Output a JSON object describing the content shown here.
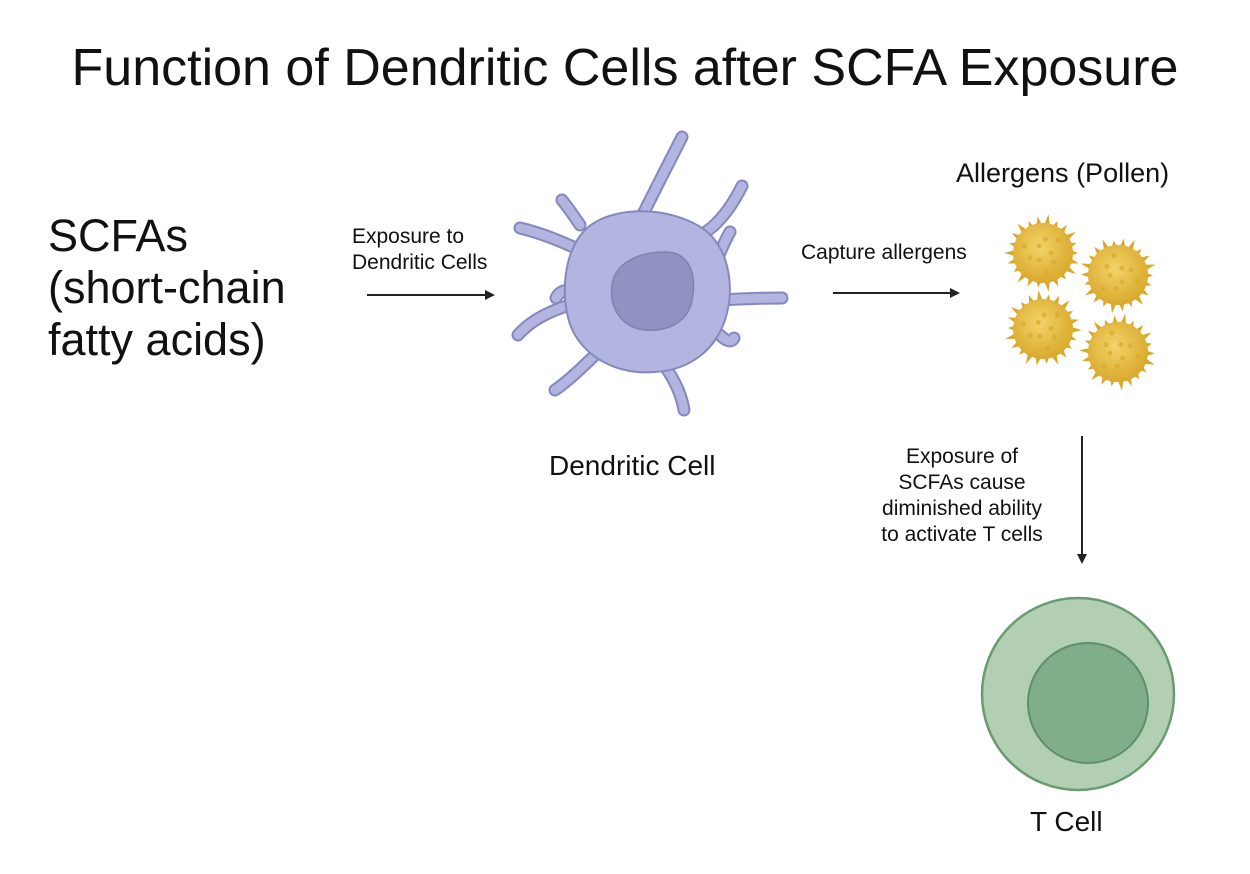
{
  "title": "Function of Dendritic Cells after SCFA Exposure",
  "scfa": {
    "line1": "SCFAs",
    "line2": "(short-chain",
    "line3": "fatty acids)"
  },
  "arrow1": {
    "line1": "Exposure to",
    "line2": "Dendritic Cells"
  },
  "dendritic_cell": {
    "label": "Dendritic Cell",
    "colors": {
      "body": "#b3b5e0",
      "outline": "#8587bf",
      "nucleus": "#9092c2"
    }
  },
  "arrow2": {
    "label": "Capture allergens"
  },
  "allergens": {
    "label": "Allergens (Pollen)",
    "count": 4,
    "colors": {
      "fill": "#e8bf44",
      "spike": "#d9a92c"
    }
  },
  "arrow3": {
    "line1": "Exposure of",
    "line2": "SCFAs cause",
    "line3": "diminished ability",
    "line4": "to activate T cells"
  },
  "t_cell": {
    "label": "T Cell",
    "colors": {
      "outer": "#b2cfb4",
      "inner": "#7fae88",
      "outline": "#6a9a6f"
    }
  }
}
